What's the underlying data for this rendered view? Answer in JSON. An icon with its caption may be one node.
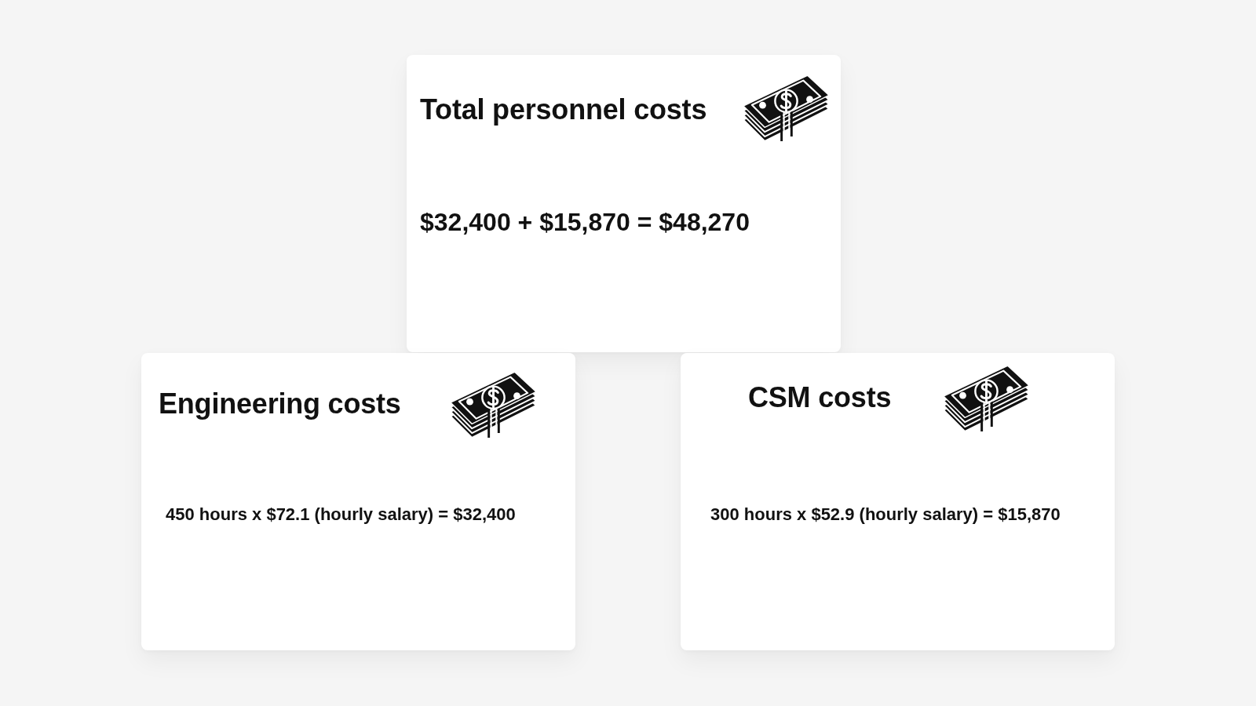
{
  "diagram": {
    "nodes": [
      {
        "text": [
          "Total personnel costs",
          "$32,400 + $15,870 = $48,270"
        ]
      },
      {
        "text": [
          "Engineering costs",
          "450 hours x $72.1 (hourly salary) = $32,400"
        ]
      },
      {
        "text": [
          "CSM costs",
          "300 hours x $52.9 (hourly salary) = $15,870"
        ]
      }
    ]
  }
}
